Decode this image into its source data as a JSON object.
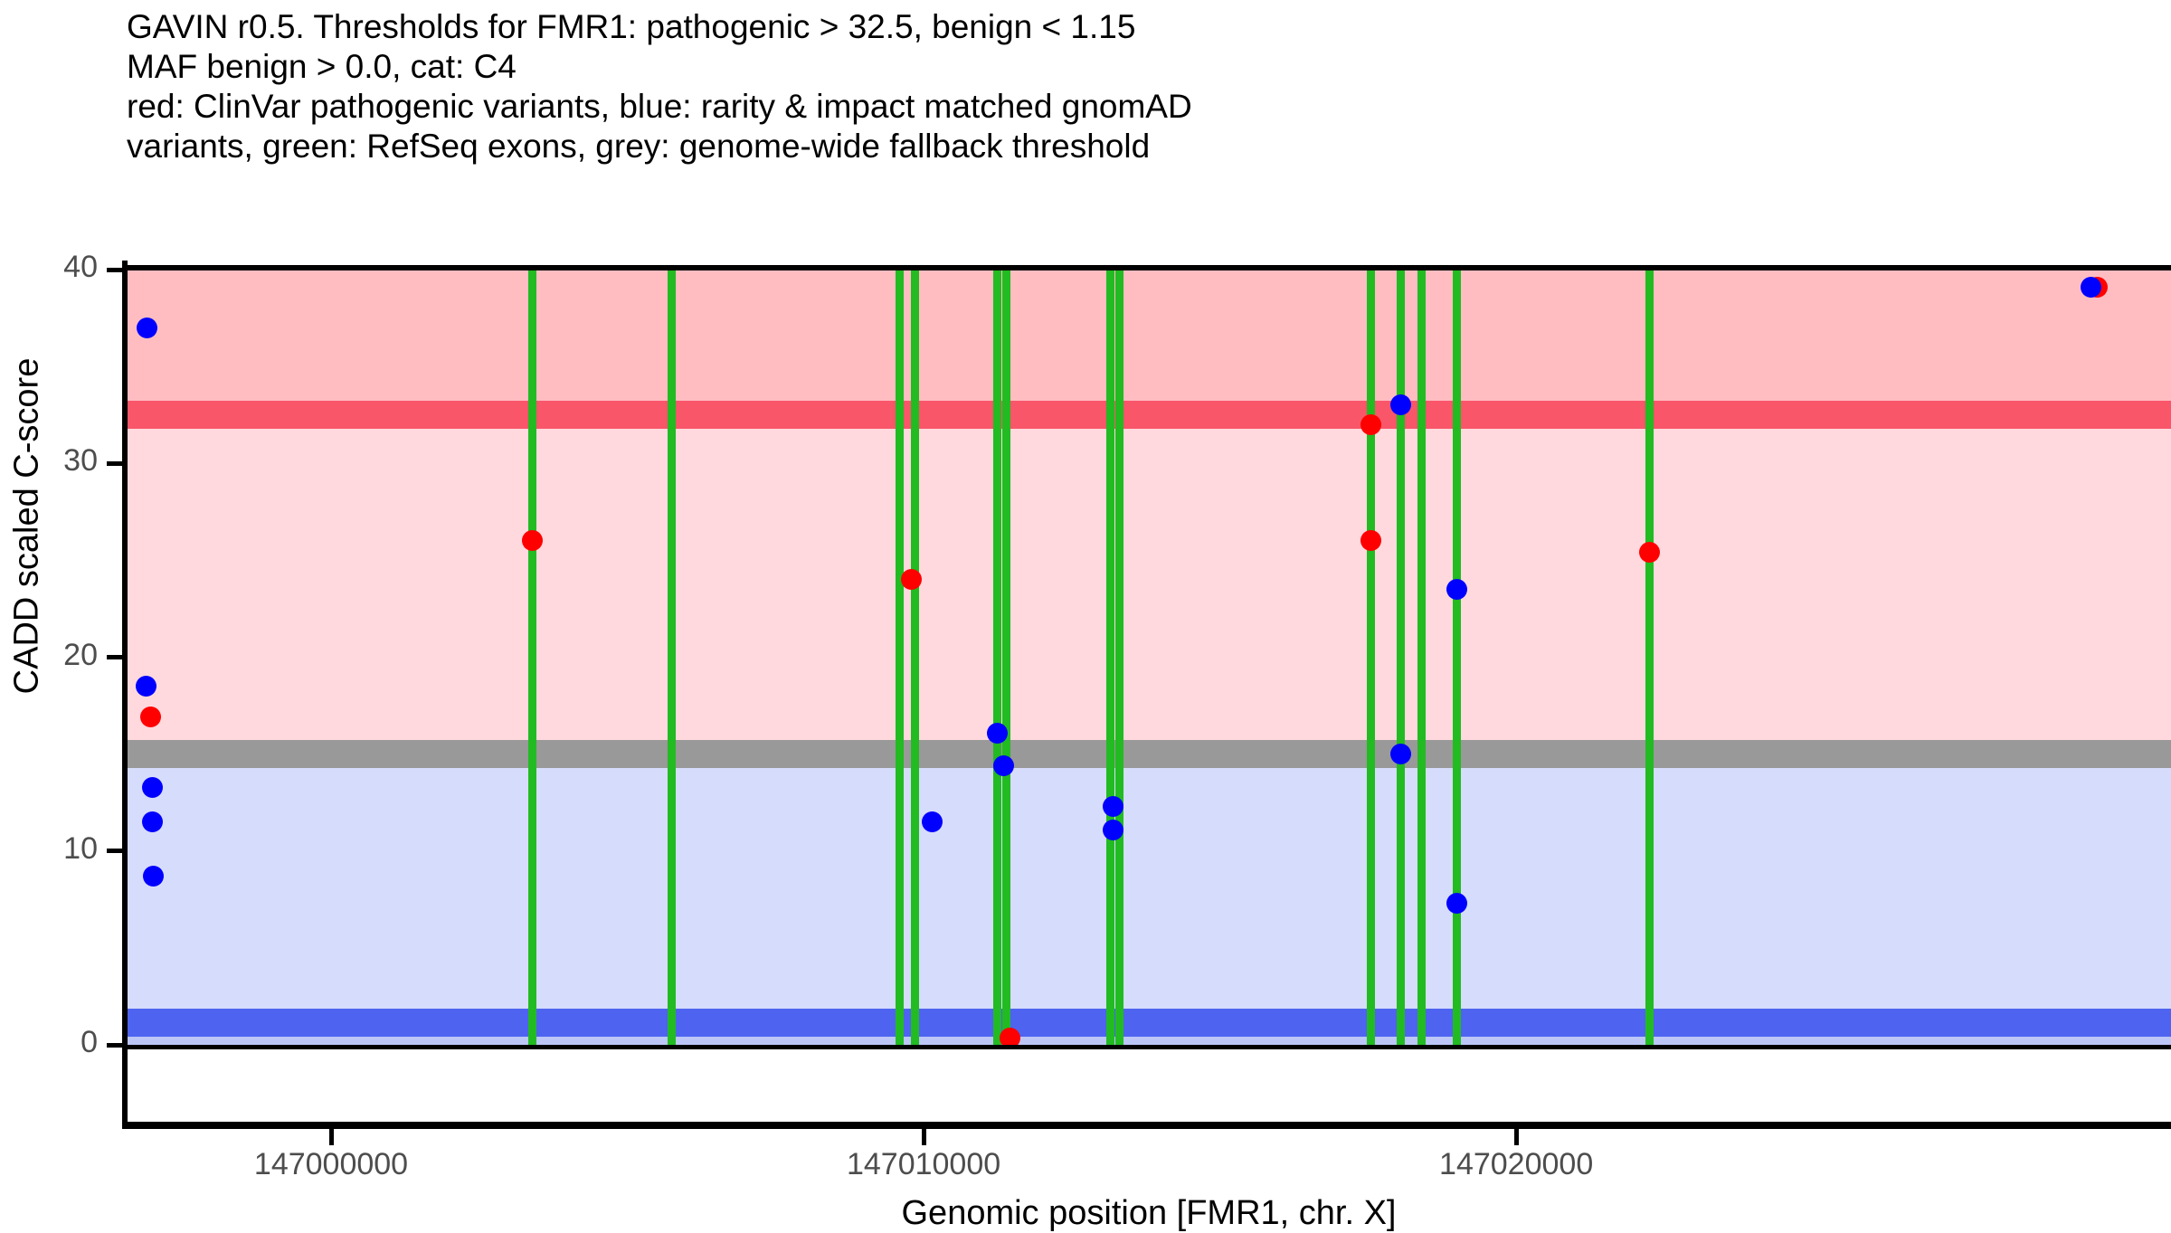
{
  "title": {
    "lines": [
      "GAVIN r0.5. Thresholds for FMR1: pathogenic > 32.5, benign < 1.15",
      "MAF benign > 0.0, cat: C4",
      "red: ClinVar pathogenic variants, blue: rarity & impact matched gnomAD",
      "variants, green: RefSeq exons, grey: genome-wide fallback threshold"
    ]
  },
  "chart_data": {
    "type": "scatter",
    "title": "GAVIN r0.5. Thresholds for FMR1: pathogenic > 32.5, benign < 1.15",
    "subtitle": "MAF benign > 0.0, cat: C4",
    "legend_text": "red: ClinVar pathogenic variants, blue: rarity & impact matched gnomAD variants, green: RefSeq exons, grey: genome-wide fallback threshold",
    "legend_position": "in-title",
    "grid": false,
    "gene": "FMR1",
    "chromosome": "X",
    "xlabel": "Genomic position [FMR1, chr. X]",
    "ylabel": "CADD scaled C-score",
    "xlim": [
      146996550,
      147031050
    ],
    "ylim": [
      0,
      40
    ],
    "xticks": [
      147000000,
      147010000,
      147020000
    ],
    "xtick_labels": [
      "147000000",
      "147010000",
      "147020000"
    ],
    "yticks": [
      0,
      10,
      20,
      30,
      40
    ],
    "ytick_labels": [
      "0",
      "10",
      "20",
      "30",
      "40"
    ],
    "thresholds": {
      "pathogenic": 32.5,
      "benign": 1.15,
      "genome_wide_fallback": 15.0,
      "maf_benign": 0.0,
      "category": "C4"
    },
    "colors": {
      "pathogenic_point": "#ff0000",
      "benign_point": "#0000ff",
      "exon_line": "#22bb22",
      "pathogenic_threshold_band": "#f9566a",
      "benign_threshold_band": "#4e64f0",
      "fallback_threshold_band": "#999999",
      "pathogenic_zone_fill": "#ffbdc2",
      "vus_zone_fill": "#ffd9dd",
      "benign_zone_fill": "#d6dcfb",
      "benign_lower_zone_fill": "#bcc6f7"
    },
    "series": [
      {
        "name": "ClinVar pathogenic variants",
        "color": "#ff0000",
        "points": [
          {
            "x": 146996950,
            "y": 16.9
          },
          {
            "x": 147003400,
            "y": 26.0
          },
          {
            "x": 147009800,
            "y": 24.0
          },
          {
            "x": 147011450,
            "y": 0.35
          },
          {
            "x": 147017550,
            "y": 32.0
          },
          {
            "x": 147017550,
            "y": 26.0
          },
          {
            "x": 147022250,
            "y": 25.4
          },
          {
            "x": 147029800,
            "y": 39.1
          }
        ]
      },
      {
        "name": "rarity & impact matched gnomAD variants",
        "color": "#0000ff",
        "points": [
          {
            "x": 146996900,
            "y": 37.0
          },
          {
            "x": 146996880,
            "y": 18.5
          },
          {
            "x": 146996980,
            "y": 13.3
          },
          {
            "x": 146996980,
            "y": 11.5
          },
          {
            "x": 146997000,
            "y": 8.7
          },
          {
            "x": 147010150,
            "y": 11.5
          },
          {
            "x": 147011250,
            "y": 16.1
          },
          {
            "x": 147011350,
            "y": 14.4
          },
          {
            "x": 147013200,
            "y": 12.3
          },
          {
            "x": 147013200,
            "y": 11.1
          },
          {
            "x": 147018050,
            "y": 33.0
          },
          {
            "x": 147018050,
            "y": 15.0
          },
          {
            "x": 147019000,
            "y": 23.5
          },
          {
            "x": 147019000,
            "y": 7.3
          },
          {
            "x": 147029700,
            "y": 39.1
          }
        ]
      }
    ],
    "exons": {
      "name": "RefSeq exons",
      "color": "#22bb22",
      "positions": [
        147003400,
        147005750,
        147009600,
        147009850,
        147011250,
        147011400,
        147013150,
        147013300,
        147017550,
        147018050,
        147018400,
        147019000,
        147022250
      ]
    }
  },
  "axes": {
    "y_label": "CADD scaled C-score",
    "x_label": "Genomic position [FMR1, chr. X]",
    "y_ticks": [
      "40",
      "30",
      "20",
      "10",
      "0"
    ],
    "x_ticks": [
      "147000000",
      "147010000",
      "147020000"
    ]
  }
}
